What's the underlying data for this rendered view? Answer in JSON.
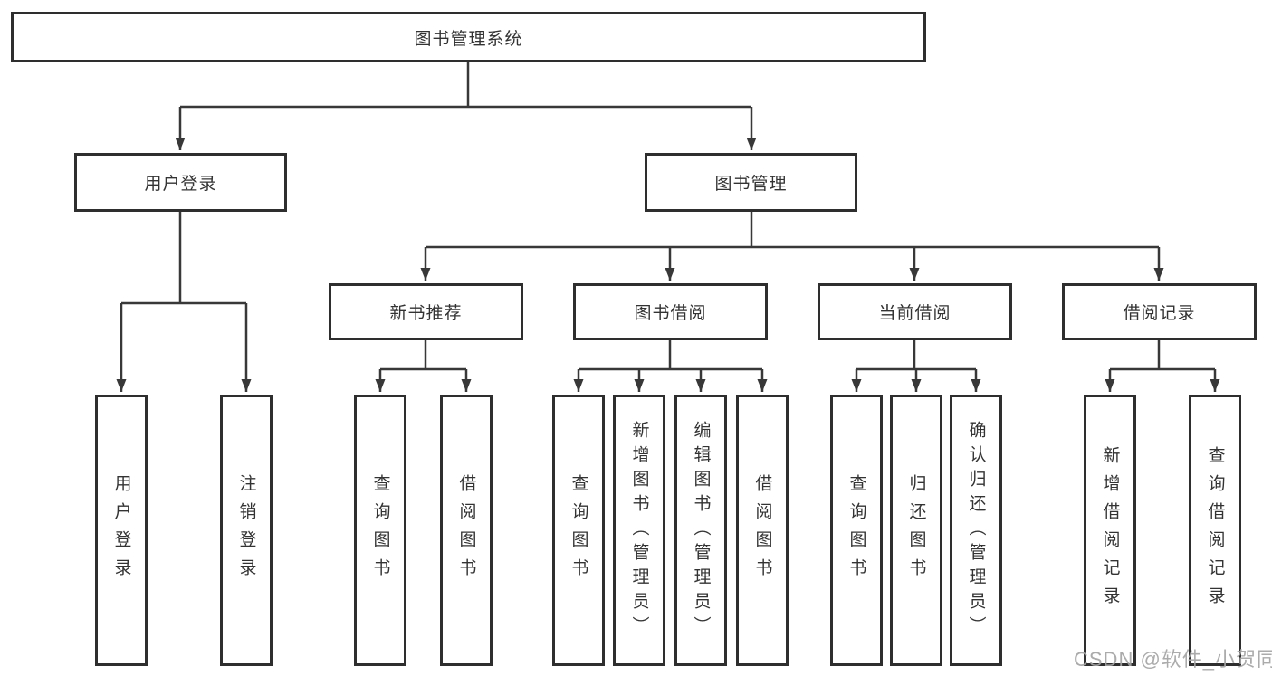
{
  "diagram": {
    "title": "图书管理系统",
    "root": {
      "label": "图书管理系统"
    },
    "branches": {
      "user_login": {
        "label": "用户登录",
        "children": [
          {
            "label": "用户登录"
          },
          {
            "label": "注销登录"
          }
        ]
      },
      "book_management": {
        "label": "图书管理",
        "children": {
          "new_book_recommend": {
            "label": "新书推荐",
            "children": [
              {
                "label": "查询图书"
              },
              {
                "label": "借阅图书"
              }
            ]
          },
          "book_borrow": {
            "label": "图书借阅",
            "children": [
              {
                "label": "查询图书"
              },
              {
                "label": "新增图书（管理员）"
              },
              {
                "label": "编辑图书（管理员）"
              },
              {
                "label": "借阅图书"
              }
            ]
          },
          "current_borrow": {
            "label": "当前借阅",
            "children": [
              {
                "label": "查询图书"
              },
              {
                "label": "归还图书"
              },
              {
                "label": "确认归还（管理员）"
              }
            ]
          },
          "borrow_records": {
            "label": "借阅记录",
            "children": [
              {
                "label": "新增借阅记录"
              },
              {
                "label": "查询借阅记录"
              }
            ]
          }
        }
      }
    }
  },
  "watermark": {
    "text": "CSDN @软件_小贺同学"
  },
  "colors": {
    "line": "#383838",
    "box_border": "#2e2e2e",
    "text": "#333333",
    "background": "#ffffff",
    "watermark": "#a4a4a4"
  }
}
